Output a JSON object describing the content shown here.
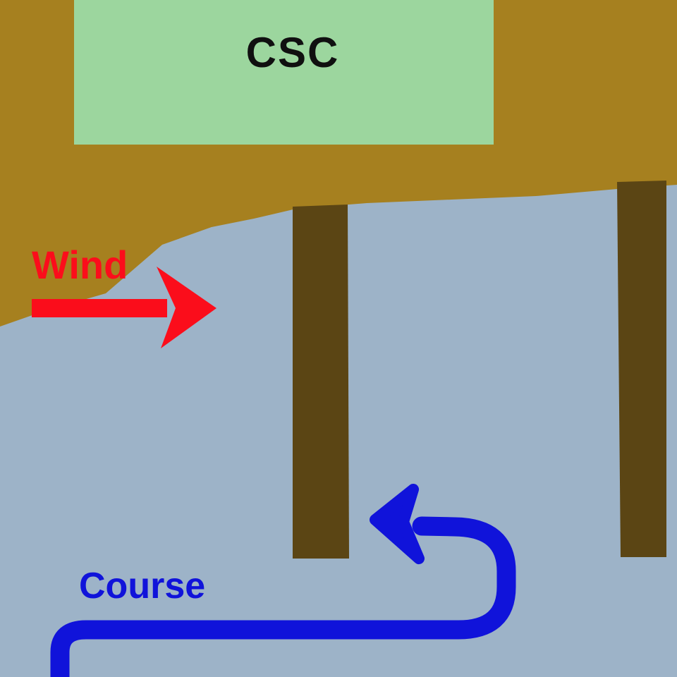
{
  "diagram": {
    "club_box": {
      "label": "CSC"
    },
    "wind": {
      "label": "Wind"
    },
    "course": {
      "label": "Course"
    }
  },
  "colors": {
    "land": "#a6801f",
    "water": "#9db3c8",
    "pier": "#5b4514",
    "club_box": "#9cd69e",
    "club_text": "#101010",
    "wind": "#fb0d1b",
    "course": "#1013da"
  }
}
